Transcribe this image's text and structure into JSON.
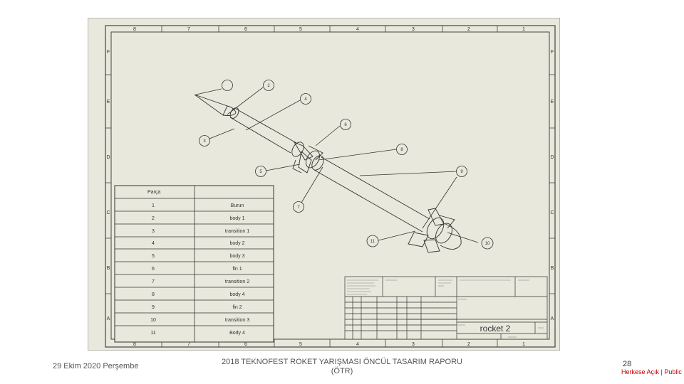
{
  "border": {
    "top_columns": [
      "8",
      "7",
      "6",
      "5",
      "4",
      "3",
      "2",
      "1"
    ],
    "bottom_columns": [
      "8",
      "7",
      "6",
      "5",
      "4",
      "3",
      "2",
      "1"
    ],
    "rows": [
      "F",
      "E",
      "D",
      "C",
      "B",
      "A"
    ]
  },
  "balloons": [
    {
      "label": ""
    },
    {
      "label": "2"
    },
    {
      "label": "4"
    },
    {
      "label": "6"
    },
    {
      "label": "3"
    },
    {
      "label": "8"
    },
    {
      "label": "5"
    },
    {
      "label": "9"
    },
    {
      "label": "7"
    },
    {
      "label": "11"
    },
    {
      "label": "10"
    }
  ],
  "bom": {
    "header": "Parça",
    "rows": [
      {
        "num": "1",
        "name": "Burun"
      },
      {
        "num": "2",
        "name": "body 1"
      },
      {
        "num": "3",
        "name": "transition 1"
      },
      {
        "num": "4",
        "name": "body 2"
      },
      {
        "num": "5",
        "name": "body 3"
      },
      {
        "num": "6",
        "name": "fin 1"
      },
      {
        "num": "7",
        "name": "transition 2"
      },
      {
        "num": "8",
        "name": "body 4"
      },
      {
        "num": "9",
        "name": "fin 2"
      },
      {
        "num": "10",
        "name": "transition 3"
      },
      {
        "num": "11",
        "name": "Body 4"
      }
    ]
  },
  "title_block": {
    "drawing_name": "rocket 2"
  },
  "footer": {
    "date": "29 Ekim 2020 Perşembe",
    "title_line1": "2018 TEKNOFEST ROKET YARIŞMASI ÖNCÜL TASARIM RAPORU",
    "title_line2": "(ÖTR)",
    "page": "28",
    "classification": "Herkese Açık | Public"
  },
  "colors": {
    "paper": "#e9e8dc",
    "line": "#333333",
    "classification": "#c00000"
  }
}
